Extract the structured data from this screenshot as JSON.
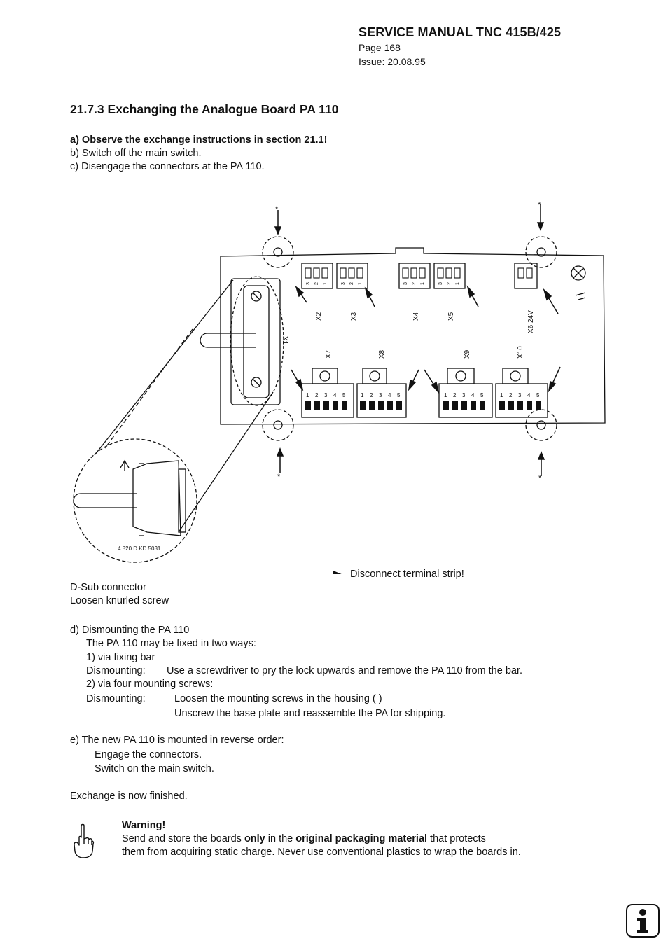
{
  "header": {
    "title": "SERVICE MANUAL TNC 415B/425",
    "page": "Page 168",
    "issue": "Issue: 20.08.95"
  },
  "section_title": "21.7.3 Exchanging the Analogue Board PA 110",
  "steps_intro": {
    "a": "a)  Observe the exchange instructions in section 21.1!",
    "b": "b)  Switch off the main switch.",
    "c": "c)  Disengage the connectors at the PA 110."
  },
  "figure": {
    "connector_labels": [
      "X2",
      "X3",
      "X4",
      "X5",
      "X6 24V",
      "X1",
      "X7",
      "X8",
      "X9",
      "X10"
    ],
    "pin_numbers": [
      "1",
      "2",
      "3",
      "4",
      "5"
    ],
    "pin_numbers_top": [
      "3",
      "2",
      "1"
    ],
    "part_number": "4.820 D KD 5031"
  },
  "legend": {
    "arrow_text": "Disconnect terminal strip!",
    "dsub": "D-Sub connector",
    "knurled": "Loosen knurled screw"
  },
  "step_d": {
    "title": "d)  Dismounting the PA 110",
    "line1": "The PA 110 may be fixed in two ways:",
    "line2": "1) via fixing bar",
    "line3_label": "Dismounting:",
    "line3_text": "Use a screwdriver to pry the lock upwards and remove the PA 110 from the bar.",
    "line4": "2) via four mounting screws:",
    "line5_label": "Dismounting:",
    "line5_text": "Loosen the mounting screws in the housing (      )",
    "line6_text": "Unscrew the base plate and reassemble the PA for shipping."
  },
  "step_e": {
    "title": "e)  The new PA 110 is mounted in reverse order:",
    "line1": "Engage the connectors.",
    "line2": "Switch on the main switch."
  },
  "finish": "Exchange is now finished.",
  "warning": {
    "title": "Warning!",
    "t1": "Send and store the boards ",
    "b1": "only",
    "t2": " in the ",
    "b2": "original packaging material",
    "t3": " that protects",
    "line2": "them from acquiring static charge. Never use conventional plastics to wrap the boards in."
  },
  "icons": {
    "hand": "pointing-hand-icon",
    "info": "info-icon"
  }
}
